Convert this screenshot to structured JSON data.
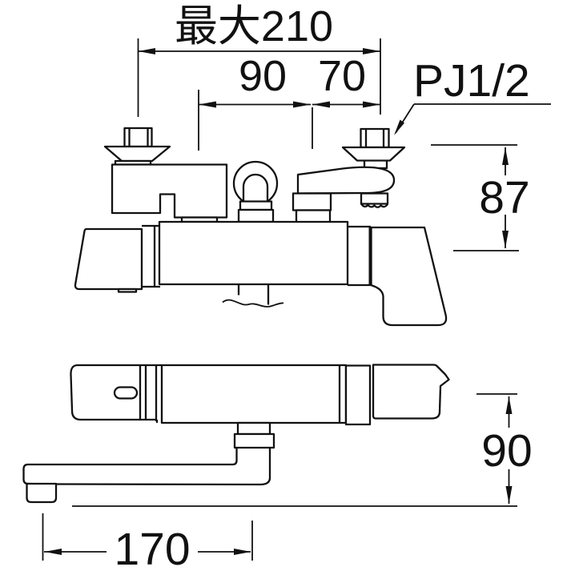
{
  "diagram": {
    "type": "technical dimensional drawing",
    "subject": "wall-mounted thermostatic bath shower mixer faucet, front view and top view",
    "background_color": "#ffffff",
    "line_color": "#111111",
    "labels": {
      "max_width": "最大210",
      "offset_left": "90",
      "offset_right": "70",
      "thread_type": "PJ1/2",
      "height_center": "87",
      "drop_height": "90",
      "spout_reach": "170"
    }
  }
}
